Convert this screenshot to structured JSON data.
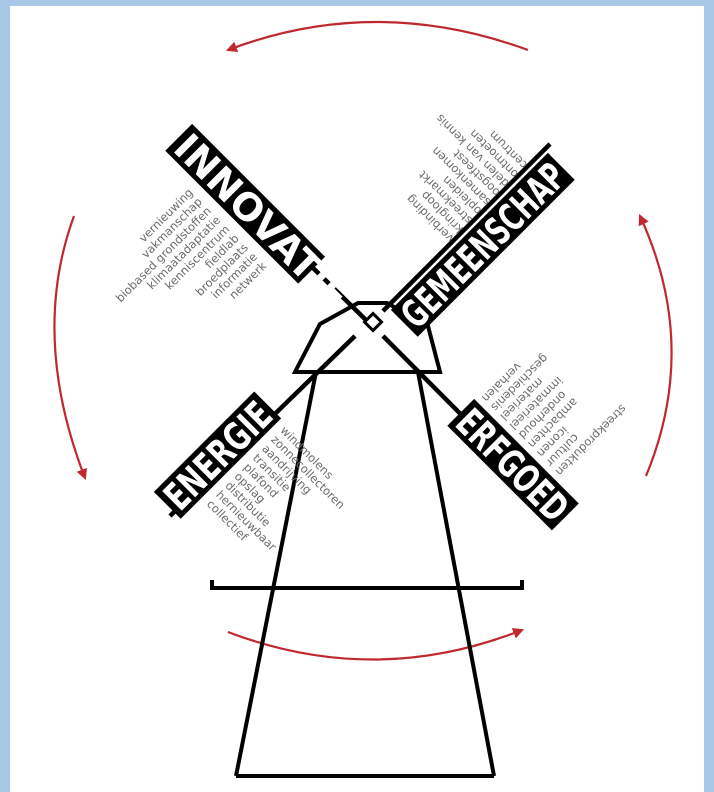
{
  "blades": {
    "innovatie": {
      "label": "INNOVATIE",
      "keywords": [
        "vernieuwing",
        "vakmanschap",
        "biobased grondstoffen",
        "klimaatadaptatie",
        "kenniscentrum",
        "fieldlab",
        "broedplaats",
        "informatie",
        "netwerk"
      ]
    },
    "gemeenschap": {
      "label": "GEMEENSCHAP",
      "keywords": [
        "centrum",
        "ontmoeten",
        "delen van kennis",
        "oogstfeest",
        "samenkomen",
        "opleiden",
        "streekmarkt",
        "kringloop",
        "verbinding"
      ]
    },
    "energie": {
      "label": "ENERGIE",
      "keywords": [
        "windmolens",
        "zonnecollectoren",
        "aandrijving",
        "transitie",
        "plafond",
        "opslag",
        "distributie",
        "hernieuwbaar",
        "collectief"
      ]
    },
    "erfgoed": {
      "label": "ERFGOED",
      "keywords": [
        "verhalen",
        "geschiedenis",
        "materieel",
        "immaterieel",
        "onderhoud",
        "ambachten",
        "iconen",
        "cultuur",
        "streekprodukten"
      ]
    }
  },
  "colors": {
    "arrow": "#c0282f",
    "ink": "#000000",
    "keyword": "#6b6b6b",
    "frame": "#a9c7e6"
  }
}
